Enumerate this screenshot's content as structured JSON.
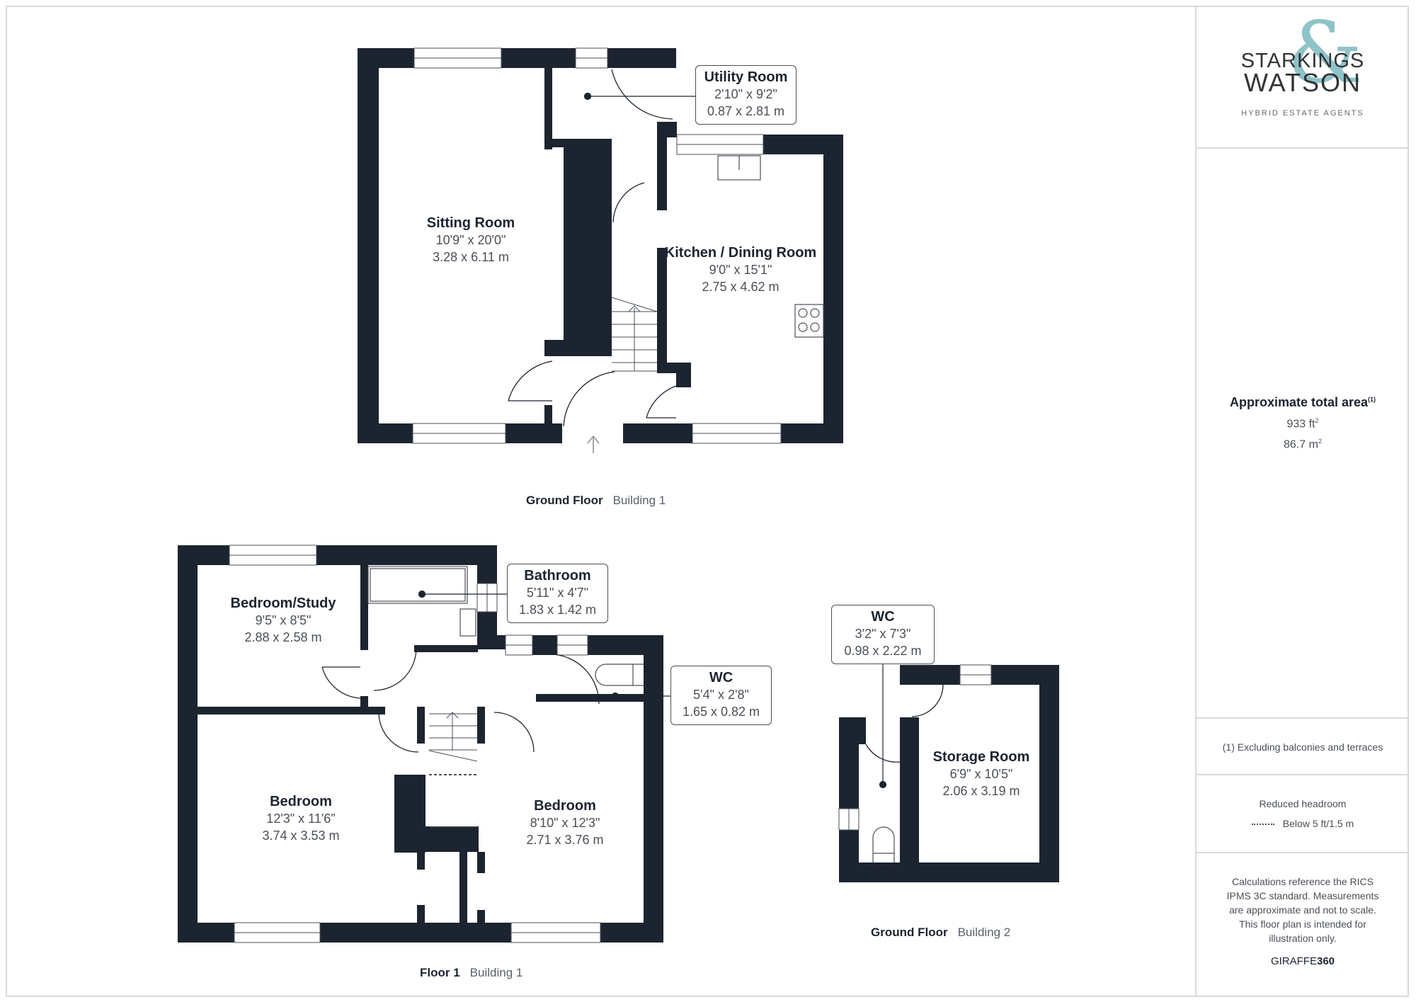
{
  "brand": {
    "logo_line1": "STARKINGS",
    "logo_line2": "WATSON",
    "logo_ampersand": "&",
    "tagline": "HYBRID ESTATE AGENTS",
    "accent_color": "#8ec3c8"
  },
  "area": {
    "title": "Approximate total area",
    "footnote_marker": "(1)",
    "sqft_value": "933 ft",
    "sqm_value": "86.7 m",
    "unit_power": "2"
  },
  "notes": {
    "excluding": "(1) Excluding balconies and terraces",
    "headroom_title": "Reduced headroom",
    "headroom_legend": "Below 5 ft/1.5 m",
    "disclaimer": "Calculations reference the RICS IPMS 3C standard. Measurements are approximate and not to scale. This floor plan is intended for illustration only.",
    "provider_light": "GIRAFFE",
    "provider_bold": "360"
  },
  "floors": [
    {
      "floor": "Ground Floor",
      "building": "Building 1",
      "rooms": [
        {
          "name": "Sitting Room",
          "imperial": "10'9\" x 20'0\"",
          "metric": "3.28 x 6.11 m"
        },
        {
          "name": "Kitchen / Dining Room",
          "imperial": "9'0\" x 15'1\"",
          "metric": "2.75 x 4.62 m"
        },
        {
          "name": "Utility Room",
          "imperial": "2'10\" x 9'2\"",
          "metric": "0.87 x 2.81 m"
        }
      ]
    },
    {
      "floor": "Floor 1",
      "building": "Building 1",
      "rooms": [
        {
          "name": "Bedroom/Study",
          "imperial": "9'5\" x 8'5\"",
          "metric": "2.88 x 2.58 m"
        },
        {
          "name": "Bathroom",
          "imperial": "5'11\" x 4'7\"",
          "metric": "1.83 x 1.42 m"
        },
        {
          "name": "WC",
          "imperial": "5'4\" x 2'8\"",
          "metric": "1.65 x 0.82 m"
        },
        {
          "name": "Bedroom",
          "imperial": "12'3\" x 11'6\"",
          "metric": "3.74 x 3.53 m"
        },
        {
          "name": "Bedroom",
          "imperial": "8'10\" x 12'3\"",
          "metric": "2.71 x 3.76 m"
        }
      ]
    },
    {
      "floor": "Ground Floor",
      "building": "Building 2",
      "rooms": [
        {
          "name": "WC",
          "imperial": "3'2\" x 7'3\"",
          "metric": "0.98 x 2.22 m"
        },
        {
          "name": "Storage Room",
          "imperial": "6'9\" x 10'5\"",
          "metric": "2.06 x 3.19 m"
        }
      ]
    }
  ],
  "colors": {
    "wall": "#1c2430",
    "text_primary": "#1c2430",
    "text_secondary": "#4a4f57",
    "border": "#d9d9d9"
  }
}
